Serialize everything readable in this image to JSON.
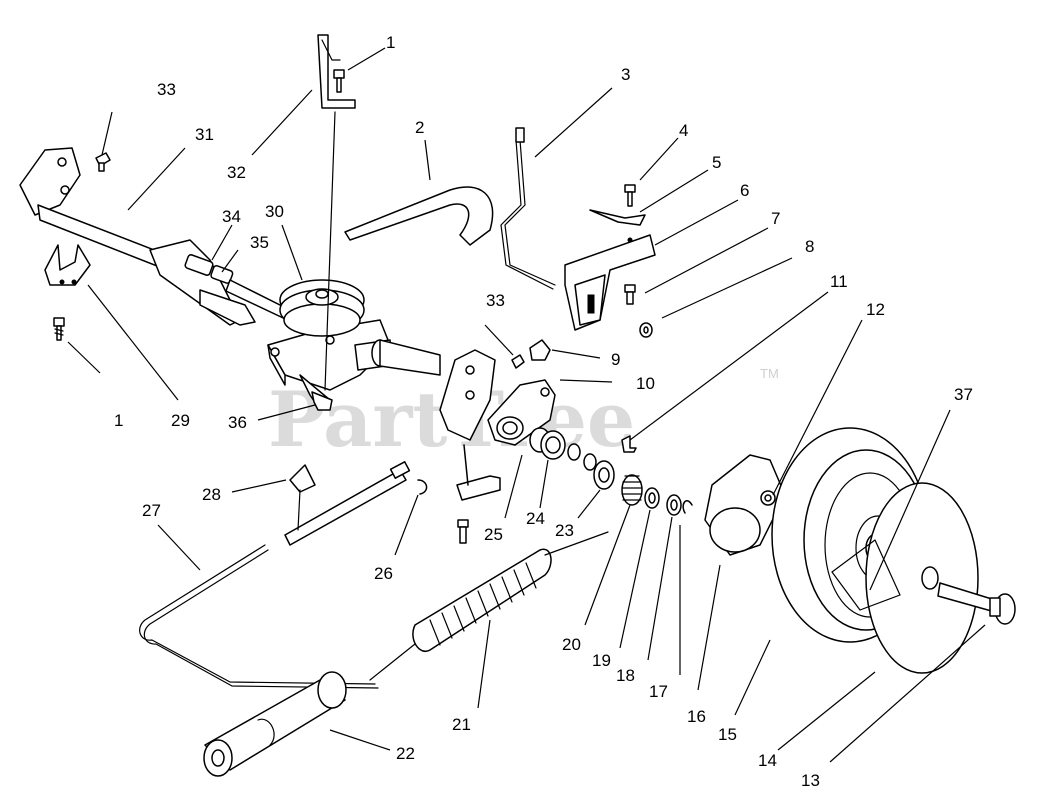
{
  "watermark": {
    "text": "PartTree",
    "mark": "TM"
  },
  "callouts": {
    "c1_top": "1",
    "c1_left": "1",
    "c2": "2",
    "c3": "3",
    "c4": "4",
    "c5": "5",
    "c6": "6",
    "c7": "7",
    "c8": "8",
    "c9": "9",
    "c10": "10",
    "c11": "11",
    "c12": "12",
    "c13": "13",
    "c14": "14",
    "c15": "15",
    "c16": "16",
    "c17": "17",
    "c18": "18",
    "c19": "19",
    "c20": "20",
    "c21": "21",
    "c22": "22",
    "c23": "23",
    "c24": "24",
    "c25": "25",
    "c26": "26",
    "c27": "27",
    "c28": "28",
    "c29": "29",
    "c30": "30",
    "c31": "31",
    "c32": "32",
    "c33_left": "33",
    "c33_mid": "33",
    "c34": "34",
    "c35": "35",
    "c36": "36",
    "c37": "37"
  }
}
